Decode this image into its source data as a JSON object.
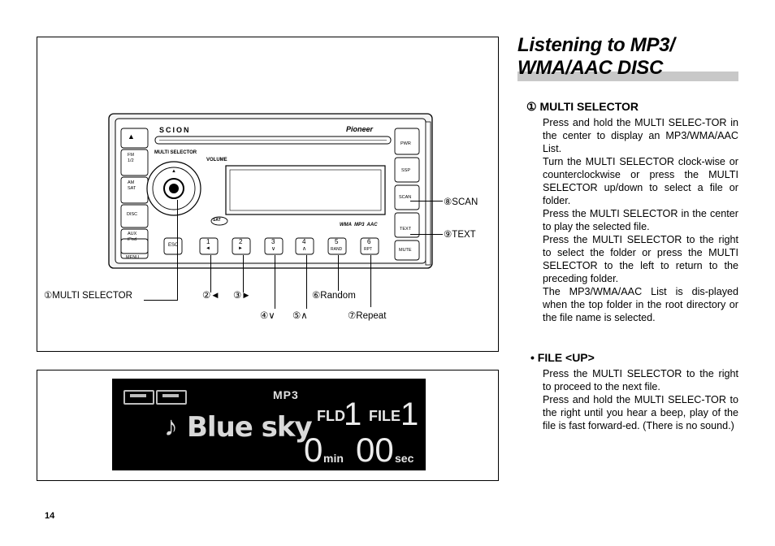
{
  "title": {
    "line1": "Listening to MP3/",
    "line2": "WMA/AAC DISC"
  },
  "figure1": {
    "unit": {
      "brand_left": "SCION",
      "brand_right": "Pioneer",
      "multi_label": "MULTI SELECTOR",
      "volume_label": "VOLUME",
      "format_label": "WMA  MP3  AAC",
      "sat_label": "SAT",
      "left_buttons": [
        "▲",
        "FM\n1/2",
        "AM\nSAT",
        "DISC",
        "AUX\niPod",
        "MENU"
      ],
      "right_buttons": [
        "PWR",
        "SSP",
        "SCAN",
        "TEXT",
        "MUTE"
      ],
      "esc_label": "ESC",
      "preset_numbers": [
        "1",
        "2",
        "3",
        "4",
        "5",
        "6"
      ],
      "preset_sublabels": [
        "◄",
        "►",
        "∨",
        "∧",
        "RAND",
        "RPT"
      ]
    },
    "callouts": {
      "multi_selector": "①MULTI SELECTOR",
      "prev": "②◄",
      "next": "③►",
      "down": "④∨",
      "up": "⑤∧",
      "random": "⑥Random",
      "repeat": "⑦Repeat",
      "scan": "⑧SCAN",
      "text": "⑨TEXT"
    }
  },
  "figure2": {
    "source": "MP3",
    "folder_label": "FLD",
    "folder_number": "1",
    "file_label": "FILE",
    "file_number": "1",
    "track_title": "Blue sky",
    "minutes": "0",
    "min_unit": "min",
    "seconds": "00",
    "sec_unit": "sec"
  },
  "section1": {
    "heading": "① MULTI SELECTOR",
    "paragraphs": [
      "Press and hold the MULTI SELEC-TOR in the center to display an MP3/WMA/AAC List.",
      "Turn the MULTI SELECTOR clock-wise or counterclockwise or press the MULTI SELECTOR up/down to select a file or folder.",
      "Press the MULTI SELECTOR in the center to play the selected file.",
      "Press the MULTI SELECTOR to the right to select the folder or press the MULTI SELECTOR to the left to return to the preceding folder.",
      "The MP3/WMA/AAC List is dis-played when the top folder in the root directory or the file name is selected."
    ]
  },
  "section2": {
    "heading": "• FILE <UP>",
    "paragraphs": [
      "Press the MULTI SELECTOR to the right to proceed to the next file.",
      "Press and hold the MULTI SELEC-TOR to the right until you hear a beep, play of the file is fast forward-ed. (There is no sound.)"
    ]
  },
  "page_number": "14"
}
